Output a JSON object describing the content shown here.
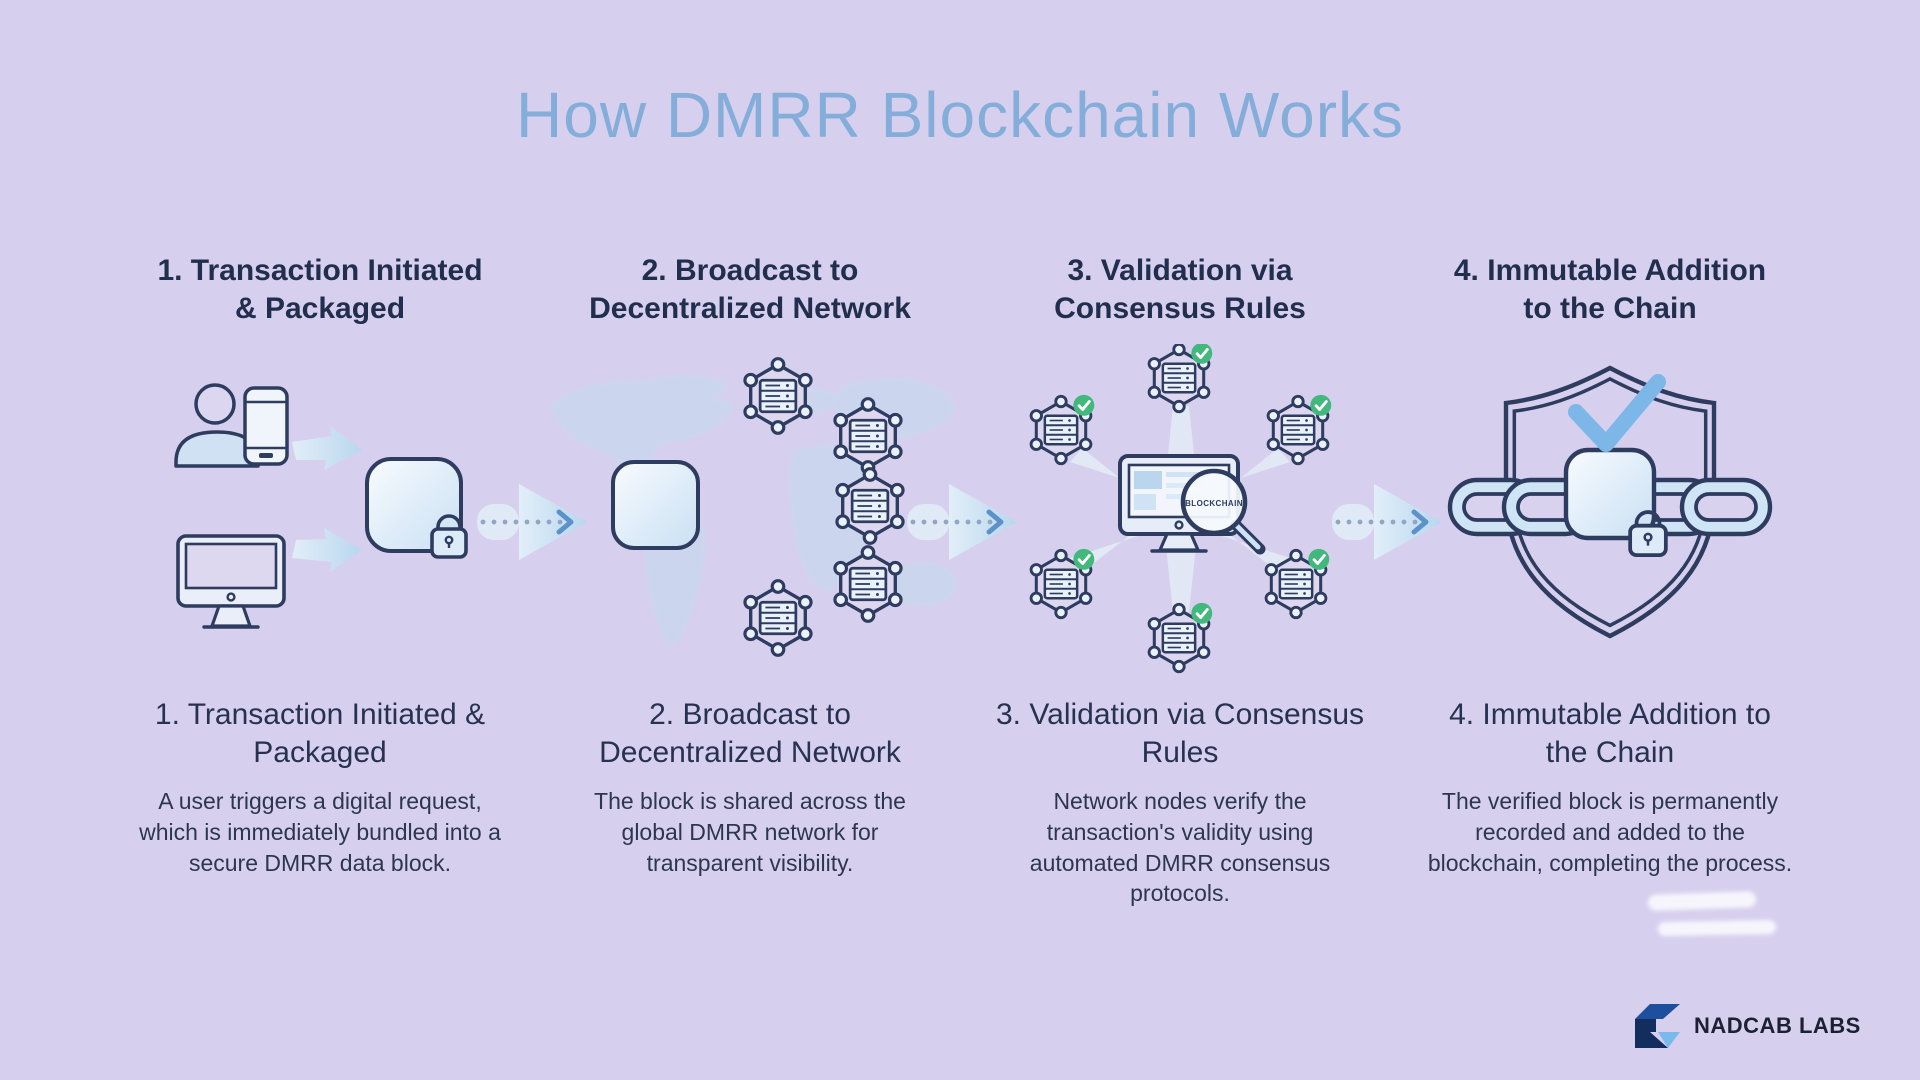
{
  "title": "How DMRR Blockchain Works",
  "steps": [
    {
      "heading": "1. Transaction Initiated & Packaged",
      "subtitle": "1. Transaction Initiated & Packaged",
      "description": "A user triggers a digital request, which is immediately bundled into a secure DMRR data block.",
      "icons": [
        "user-with-phone-icon",
        "desktop-monitor-icon",
        "flow-arrow-icon",
        "secure-data-block-icon",
        "padlock-icon"
      ]
    },
    {
      "heading": "2. Broadcast to Decentralized Network",
      "subtitle": "2. Broadcast to Decentralized Network",
      "description": "The block is shared across the global DMRR network for transparent visibility.",
      "icons": [
        "world-map-icon",
        "data-block-icon",
        "network-node-icon"
      ]
    },
    {
      "heading": "3. Validation via Consensus Rules",
      "subtitle": "3. Validation via Consensus Rules",
      "description": "Network nodes verify the transaction's validity using automated DMRR consensus protocols.",
      "magnifier_label": "BLOCKCHAIN",
      "icons": [
        "desktop-monitor-icon",
        "magnifier-icon",
        "network-node-check-icon",
        "check-badge-icon"
      ]
    },
    {
      "heading": "4. Immutable Addition to the Chain",
      "subtitle": "4. Immutable Addition to the Chain",
      "description": "The verified block is permanently recorded and added to the blockchain, completing the process.",
      "icons": [
        "shield-icon",
        "checkmark-icon",
        "chain-link-icon",
        "data-block-icon",
        "padlock-icon"
      ]
    }
  ],
  "connector_icon": "dotted-arrow-right-icon",
  "logo": {
    "text": "NADCAB LABS",
    "icon": "nadcab-logo-mark"
  },
  "colors": {
    "background": "#d6d0ee",
    "title": "#84aed9",
    "heading": "#222e4e",
    "body_text": "#2c3651",
    "outline_navy": "#2e3c60",
    "light_blue_fill": "#cfe3f4",
    "arrow_blue": "#bcd9ef",
    "check_green": "#43b87d",
    "logo_dark": "#132d5f",
    "logo_mid": "#1e4f9c",
    "logo_light": "#7ab9ec"
  }
}
